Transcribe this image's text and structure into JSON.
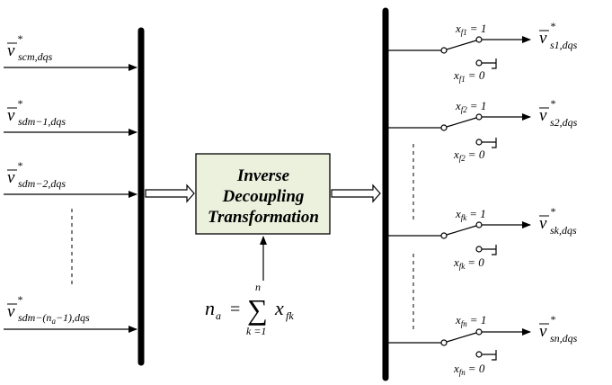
{
  "inputs": [
    {
      "base": "v",
      "sup": "*",
      "sub": "scm,dqs"
    },
    {
      "base": "v",
      "sup": "*",
      "sub": "sdm−1,dqs"
    },
    {
      "base": "v",
      "sup": "*",
      "sub": "sdm−2,dqs"
    },
    {
      "base": "v",
      "sup": "*",
      "sub": "sdm−(n",
      "sub2": "a",
      "sub3": "−1),dqs"
    }
  ],
  "block": {
    "line1": "Inverse",
    "line2": "Decoupling",
    "line3": "Transformation",
    "fill": "#ebf1dd",
    "stroke": "#000000"
  },
  "formula": {
    "lhs": "n",
    "lhs_sub": "a",
    "equals": "=",
    "sigma": "∑",
    "upper": "n",
    "lower": "k =1",
    "term": "x",
    "term_sub": "fk"
  },
  "outputs": [
    {
      "switch_on": "x",
      "switch_on_sub": "f1",
      "on_value": "= 1",
      "switch_off": "x",
      "switch_off_sub": "f1",
      "off_value": "= 0",
      "out_base": "v",
      "out_sup": "*",
      "out_sub": "s1,dqs"
    },
    {
      "switch_on": "x",
      "switch_on_sub": "f2",
      "on_value": "= 1",
      "switch_off": "x",
      "switch_off_sub": "f2",
      "off_value": "= 0",
      "out_base": "v",
      "out_sup": "*",
      "out_sub": "s2,dqs"
    },
    {
      "switch_on": "x",
      "switch_on_sub": "fk",
      "on_value": "= 1",
      "switch_off": "x",
      "switch_off_sub": "fk",
      "off_value": "= 0",
      "out_base": "v",
      "out_sup": "*",
      "out_sub": "sk,dqs"
    },
    {
      "switch_on": "x",
      "switch_on_sub": "fn",
      "on_value": "= 1",
      "switch_off": "x",
      "switch_off_sub": "fn",
      "off_value": "= 0",
      "out_base": "v",
      "out_sup": "*",
      "out_sub": "sn,dqs"
    }
  ]
}
